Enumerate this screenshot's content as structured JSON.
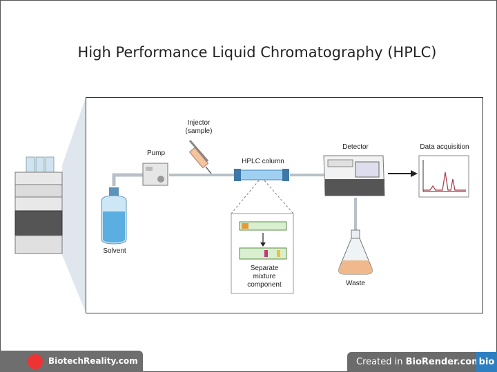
{
  "title": "High Performance Liquid Chromatography (HPLC)",
  "labels": {
    "injector": "Injector\n(sample)",
    "pump": "Pump",
    "column": "HPLC column",
    "detector": "Detector",
    "data_acquisition": "Data acquisition",
    "solvent": "Solvent",
    "separate": "Separate\nmixture\ncomponent",
    "waste": "Waste"
  },
  "footer": {
    "left_brand": "BiotechReality.com",
    "right_prefix": "Created in ",
    "right_brand": "BioRender.com",
    "bio_badge": "bio"
  },
  "colors": {
    "solvent_blue": "#5aaee0",
    "column_blue": "#9fd0f2",
    "band_orange": "#e59a3a",
    "band_magenta": "#c2397a",
    "band_yellow": "#e8c33a",
    "peak_line": "#a63646",
    "waste_orange": "#f0b98c"
  }
}
